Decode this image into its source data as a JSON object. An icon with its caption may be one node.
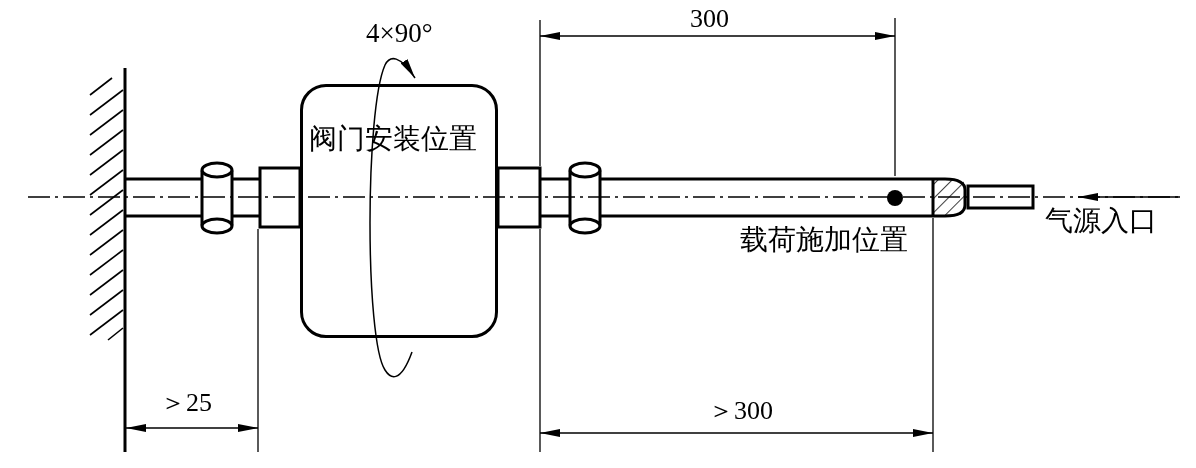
{
  "diagram": {
    "nodes": [
      {
        "text": [
          "阀门安装位置"
        ]
      }
    ],
    "labels": [
      "4×90°",
      "300",
      "载荷施加位置",
      "气源入口",
      "＞25",
      "＞300"
    ]
  }
}
